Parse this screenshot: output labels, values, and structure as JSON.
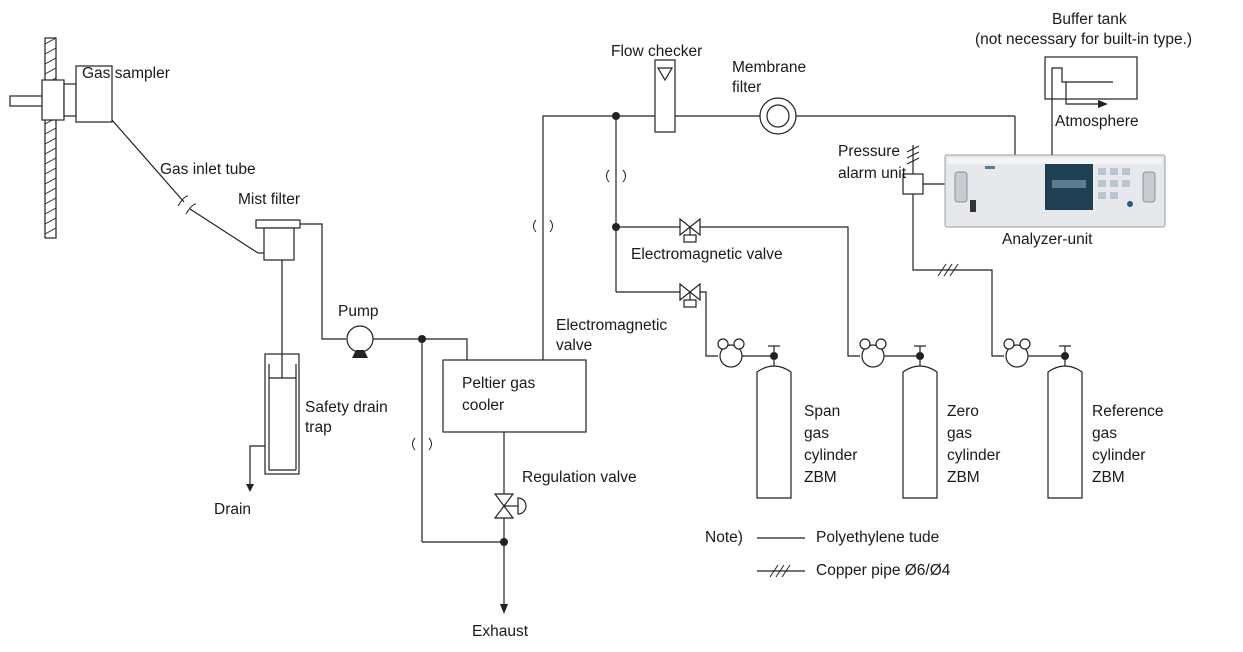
{
  "labels": {
    "gas_sampler": "Gas sampler",
    "gas_inlet_tube": "Gas  inlet tube",
    "mist_filter": "Mist filter",
    "pump": "Pump",
    "safety_drain_trap_1": "Safety drain",
    "safety_drain_trap_2": "trap",
    "drain": "Drain",
    "peltier_1": "Peltier gas",
    "peltier_2": "cooler",
    "regulation_valve": "Regulation valve",
    "exhaust": "Exhaust",
    "flow_checker": "Flow  checker",
    "membrane_filter_1": "Membrane",
    "membrane_filter_2": "filter",
    "electromagnetic_valve_upper": "Electromagnetic  valve",
    "electromagnetic_valve_lower_1": "Electromagnetic",
    "electromagnetic_valve_lower_2": "valve",
    "pressure_alarm_1": "Pressure",
    "pressure_alarm_2": "alarm  unit",
    "buffer_tank_1": "Buffer tank",
    "buffer_tank_2": "(not necessary for built-in type.)",
    "atmosphere": "Atmosphere",
    "analyzer_unit": "Analyzer-unit",
    "span_1": "Span",
    "span_2": "gas",
    "span_3": "cylinder",
    "span_4": "ZBM",
    "zero_1": "Zero",
    "zero_2": "gas",
    "zero_3": "cylinder",
    "zero_4": "ZBM",
    "ref_1": "Reference",
    "ref_2": "gas",
    "ref_3": "cylinder",
    "ref_4": "ZBM",
    "note_prefix": "Note)",
    "note_polyethylene": "Polyethylene tude",
    "note_copper": "Copper pipe  Ø6/Ø4"
  },
  "colors": {
    "line": "#222222",
    "analyzer_body": "#e6e8ec",
    "analyzer_display": "#1f3f52",
    "analyzer_button": "#1a5f8a"
  }
}
